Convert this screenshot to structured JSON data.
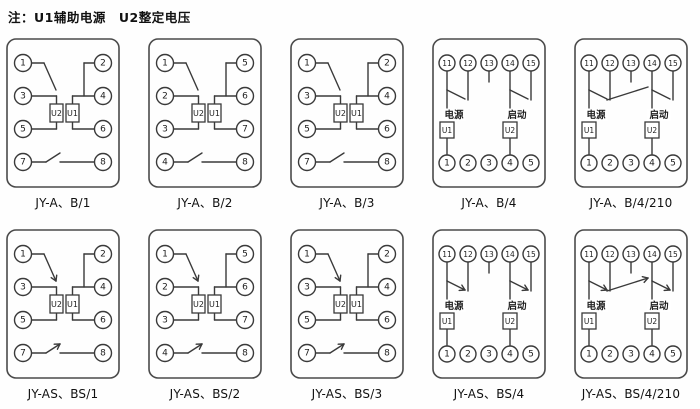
{
  "note": "注：U1辅助电源　U2整定电压",
  "colors": {
    "ink": "#3a3a3a",
    "background": "#fefefe"
  },
  "diagrams": [
    {
      "caption": "JY-A、B/1",
      "layout": "contact",
      "left": [
        "1",
        "3",
        "5",
        "7"
      ],
      "right": [
        "2",
        "4",
        "6",
        "8"
      ],
      "u_boxes": [
        "U2",
        "U1"
      ],
      "delayed": false
    },
    {
      "caption": "JY-A、B/2",
      "layout": "contact",
      "left": [
        "1",
        "2",
        "3",
        "4"
      ],
      "right": [
        "5",
        "6",
        "7",
        "8"
      ],
      "u_boxes": [
        "U2",
        "U1"
      ],
      "delayed": false
    },
    {
      "caption": "JY-A、B/3",
      "layout": "contact",
      "left": [
        "1",
        "3",
        "5",
        "7"
      ],
      "right": [
        "2",
        "4",
        "6",
        "8"
      ],
      "u_boxes": [
        "U2",
        "U1"
      ],
      "delayed": false
    },
    {
      "caption": "JY-A、B/4",
      "layout": "terminal",
      "top": [
        "11",
        "12",
        "13",
        "14",
        "15"
      ],
      "bottom": [
        "1",
        "2",
        "3",
        "4",
        "5"
      ],
      "power_label": "电源",
      "power_unit": "U1",
      "start_label": "启动",
      "start_unit": "U2",
      "delayed": false,
      "variant210": false
    },
    {
      "caption": "JY-A、B/4/210",
      "layout": "terminal",
      "top": [
        "11",
        "12",
        "13",
        "14",
        "15"
      ],
      "bottom": [
        "1",
        "2",
        "3",
        "4",
        "5"
      ],
      "power_label": "电源",
      "power_unit": "U1",
      "start_label": "启动",
      "start_unit": "U2",
      "delayed": false,
      "variant210": true
    },
    {
      "caption": "JY-AS、BS/1",
      "layout": "contact",
      "left": [
        "1",
        "3",
        "5",
        "7"
      ],
      "right": [
        "2",
        "4",
        "6",
        "8"
      ],
      "u_boxes": [
        "U2",
        "U1"
      ],
      "delayed": true
    },
    {
      "caption": "JY-AS、BS/2",
      "layout": "contact",
      "left": [
        "1",
        "2",
        "3",
        "4"
      ],
      "right": [
        "5",
        "6",
        "7",
        "8"
      ],
      "u_boxes": [
        "U2",
        "U1"
      ],
      "delayed": true
    },
    {
      "caption": "JY-AS、BS/3",
      "layout": "contact",
      "left": [
        "1",
        "3",
        "5",
        "7"
      ],
      "right": [
        "2",
        "4",
        "6",
        "8"
      ],
      "u_boxes": [
        "U2",
        "U1"
      ],
      "delayed": true
    },
    {
      "caption": "JY-AS、BS/4",
      "layout": "terminal",
      "top": [
        "11",
        "12",
        "13",
        "14",
        "15"
      ],
      "bottom": [
        "1",
        "2",
        "3",
        "4",
        "5"
      ],
      "power_label": "电源",
      "power_unit": "U1",
      "start_label": "启动",
      "start_unit": "U2",
      "delayed": true,
      "variant210": false
    },
    {
      "caption": "JY-AS、BS/4/210",
      "layout": "terminal",
      "top": [
        "11",
        "12",
        "13",
        "14",
        "15"
      ],
      "bottom": [
        "1",
        "2",
        "3",
        "4",
        "5"
      ],
      "power_label": "电源",
      "power_unit": "U1",
      "start_label": "启动",
      "start_unit": "U2",
      "delayed": true,
      "variant210": true
    }
  ]
}
